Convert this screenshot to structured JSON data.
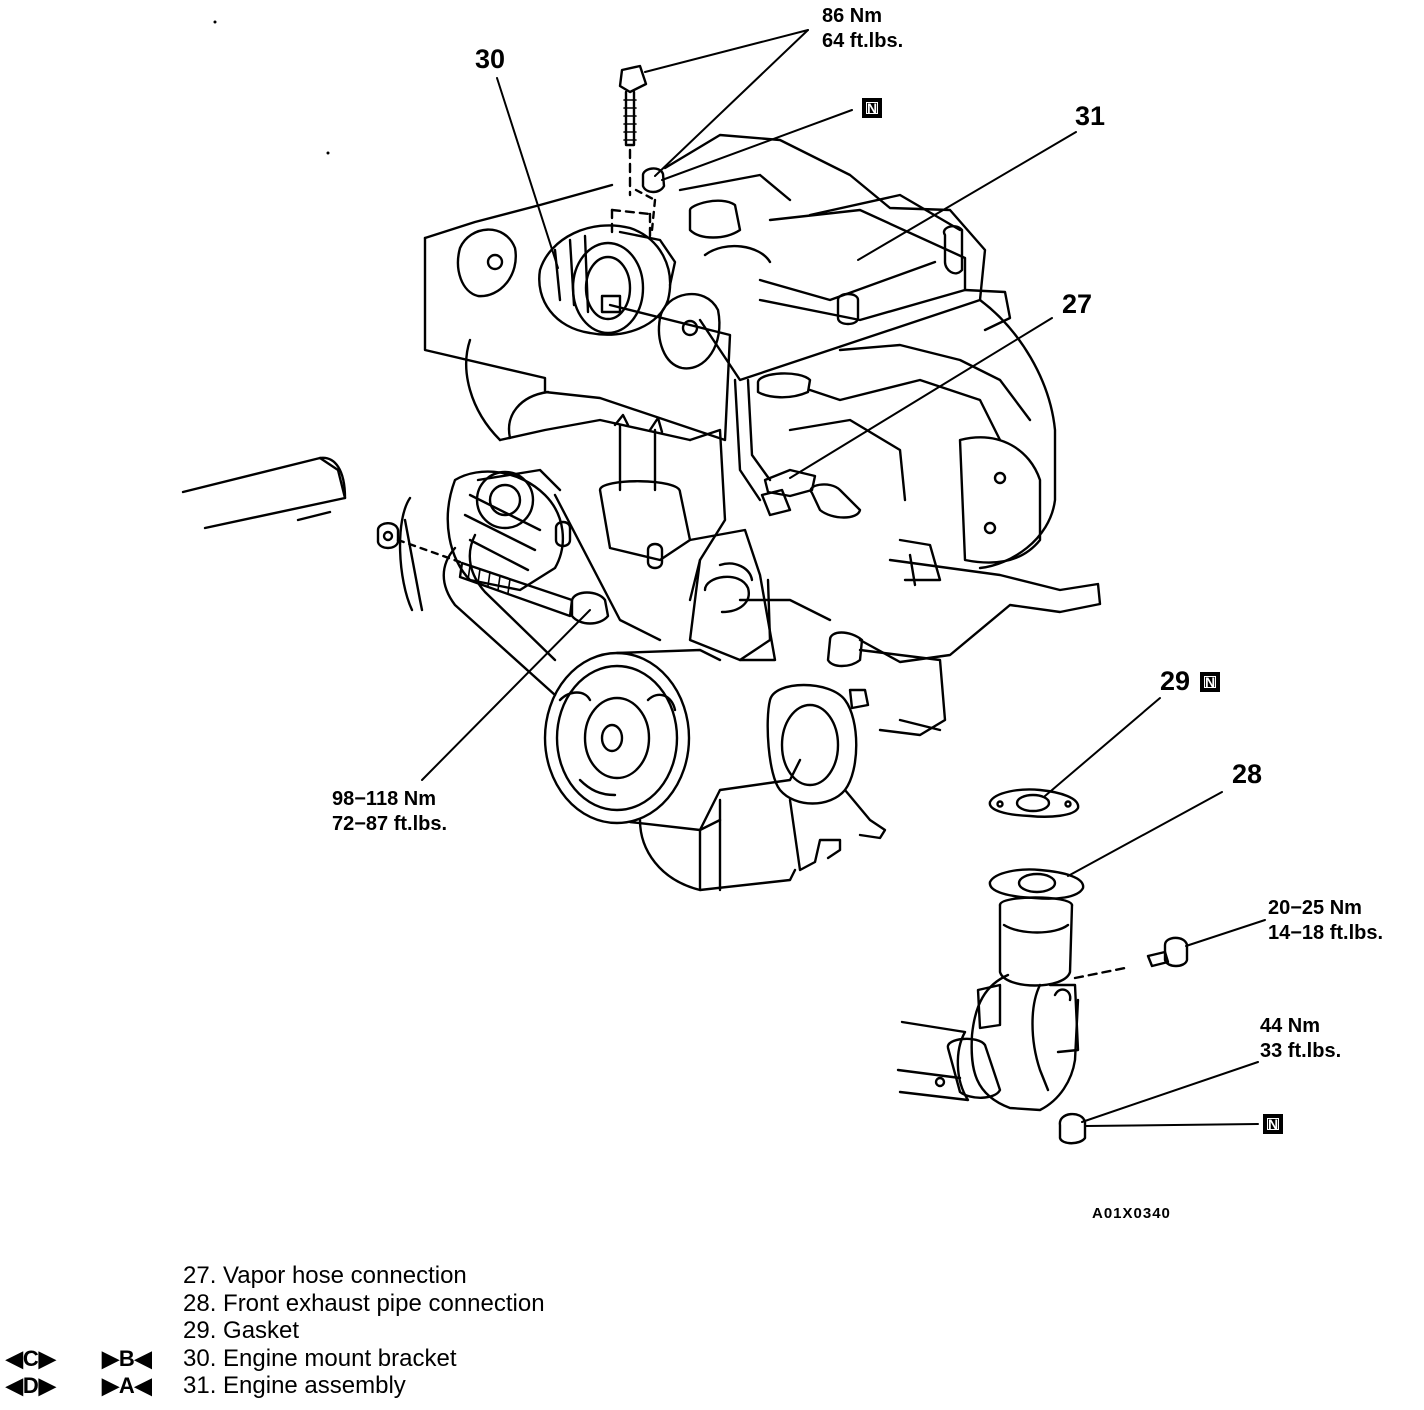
{
  "callouts": {
    "c30": "30",
    "c31": "31",
    "c27": "27",
    "c29": "29",
    "c28": "28"
  },
  "torques": {
    "top_bolt_nm": "86 Nm",
    "top_bolt_ft": "64 ft.lbs.",
    "through_bolt_nm": "98−118 Nm",
    "through_bolt_ft": "72−87 ft.lbs.",
    "pipe_bolt_nm": "20−25 Nm",
    "pipe_bolt_ft": "14−18 ft.lbs.",
    "pipe_nut_nm": "44 Nm",
    "pipe_nut_ft": "33 ft.lbs."
  },
  "badges": {
    "new_part": "N"
  },
  "figure_code": "A01X0340",
  "legend": [
    {
      "text": "27. Vapor hose connection",
      "sym1": "",
      "sym2": ""
    },
    {
      "text": "28. Front exhaust pipe connection",
      "sym1": "",
      "sym2": ""
    },
    {
      "text": "29. Gasket",
      "sym1": "",
      "sym2": ""
    },
    {
      "text": "30. Engine mount bracket",
      "sym1": "◀C▶",
      "sym2": "▶B◀"
    },
    {
      "text": "31. Engine assembly",
      "sym1": "◀D▶",
      "sym2": "▶A◀"
    }
  ],
  "colors": {
    "ink": "#000000",
    "paper": "#ffffff"
  }
}
